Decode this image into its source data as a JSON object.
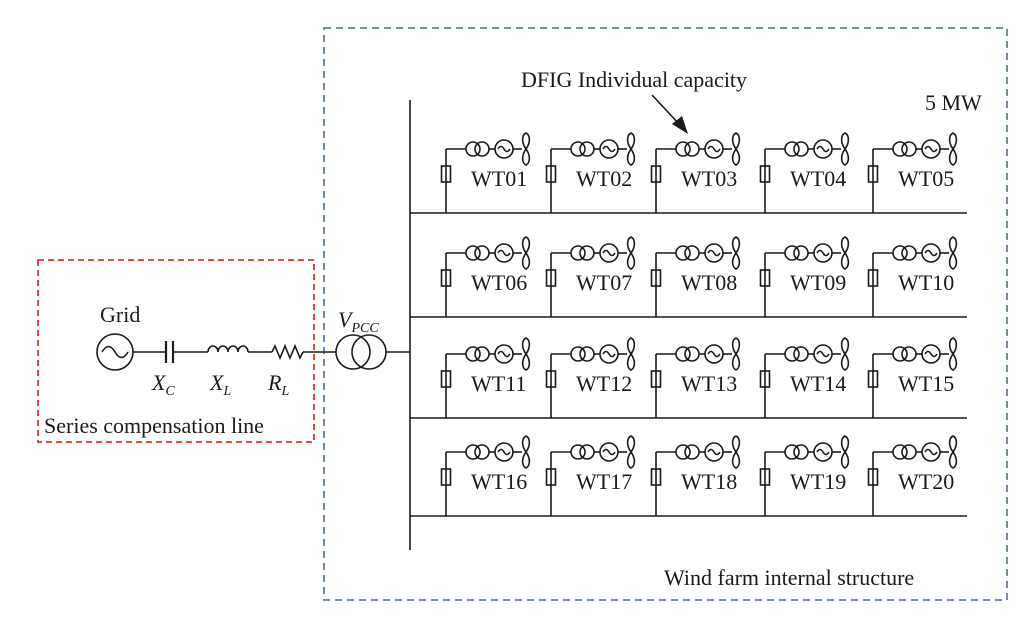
{
  "grid_label": "Grid",
  "series_line_label": "Series compensation line",
  "wind_farm_label": "Wind farm internal structure",
  "annotation_label": "DFIG Individual capacity",
  "capacity_label": "5 MW",
  "xc": {
    "main": "X",
    "sub": "C"
  },
  "xl": {
    "main": "X",
    "sub": "L"
  },
  "rl": {
    "main": "R",
    "sub": "L"
  },
  "vpcc": {
    "main": "V",
    "sub": "PCC"
  },
  "turbines": [
    [
      "WT01",
      "WT02",
      "WT03",
      "WT04",
      "WT05"
    ],
    [
      "WT06",
      "WT07",
      "WT08",
      "WT09",
      "WT10"
    ],
    [
      "WT11",
      "WT12",
      "WT13",
      "WT14",
      "WT15"
    ],
    [
      "WT16",
      "WT17",
      "WT18",
      "WT19",
      "WT20"
    ]
  ],
  "colors": {
    "series_box": "#e0392b",
    "wind_farm_box": "#5b7fb5",
    "line": "#1a1a1a"
  }
}
